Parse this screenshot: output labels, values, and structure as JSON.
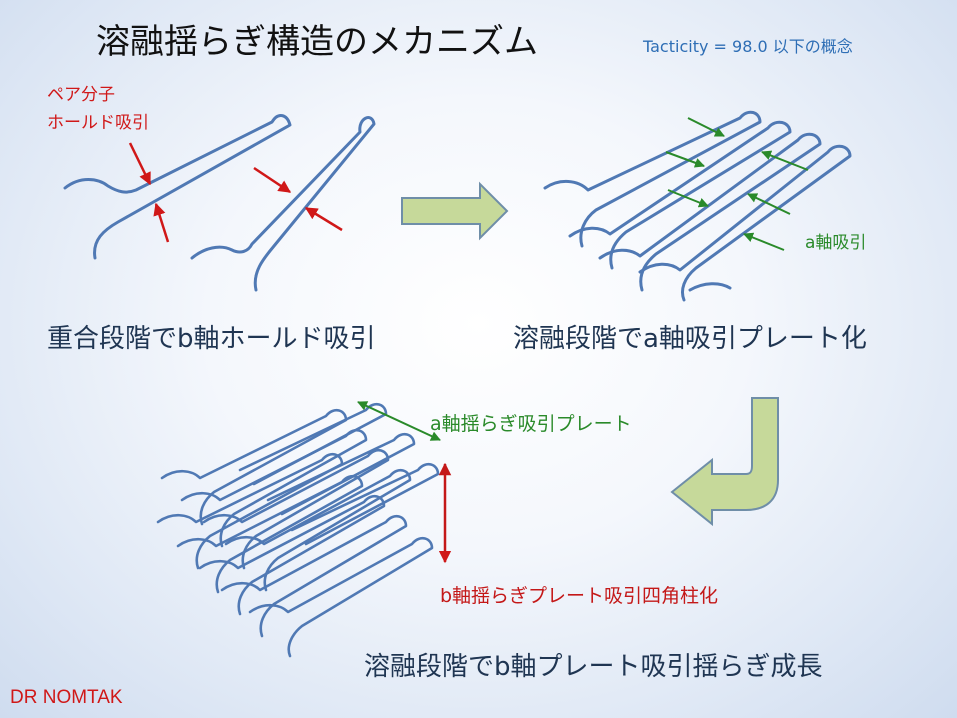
{
  "title": "溶融揺らぎ構造のメカニズム",
  "subtitle": "Tacticity = 98.0 以下の概念",
  "pair_label": [
    "ペア分子",
    "ホールド吸引"
  ],
  "captions": {
    "stage1": "重合段階でb軸ホールド吸引",
    "stage2": "溶融段階でa軸吸引プレート化",
    "stage3": "溶融段階でb軸プレート吸引揺らぎ成長"
  },
  "labels": {
    "a_axis": "a軸吸引",
    "a_plate": "a軸揺らぎ吸引プレート",
    "b_plate": "b軸揺らぎプレート吸引四角柱化"
  },
  "brand": "DR NOMTAK",
  "colors": {
    "chain": "#5079b4",
    "red_arrow": "#d01818",
    "green_arrow": "#2a8a2a",
    "block_arrow_fill": "#c6d99a",
    "block_arrow_stroke": "#6f8ea8"
  }
}
